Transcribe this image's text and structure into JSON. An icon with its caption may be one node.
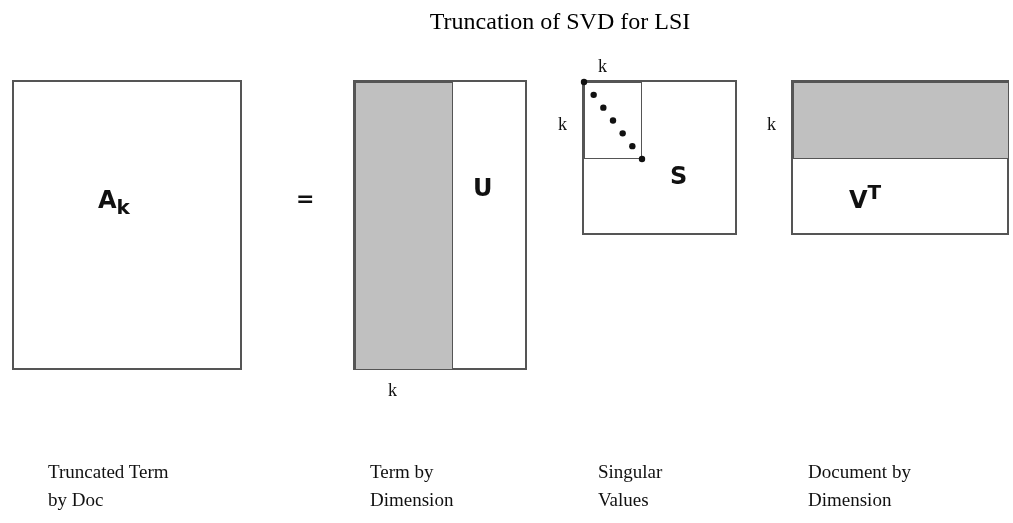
{
  "diagram": {
    "title": "Truncation of SVD for LSI",
    "nodes": [
      {
        "text": [
          "A$_{k}$"
        ]
      },
      {
        "text": [
          "U"
        ]
      },
      {
        "text": [],
        "shape": "box",
        "in": 1
      },
      {
        "text": [
          "S"
        ]
      },
      {
        "text": [],
        "shape": "box",
        "in": 3
      },
      {
        "text": [
          "V$^{T}$"
        ]
      },
      {
        "text": [],
        "shape": "box",
        "in": 5
      }
    ],
    "labels": [
      "k",
      "k",
      "k",
      "=",
      "k",
      "Truncated Term by Doc",
      "Term by Dimension",
      "Singular Values",
      "Document by Dimension"
    ]
  }
}
